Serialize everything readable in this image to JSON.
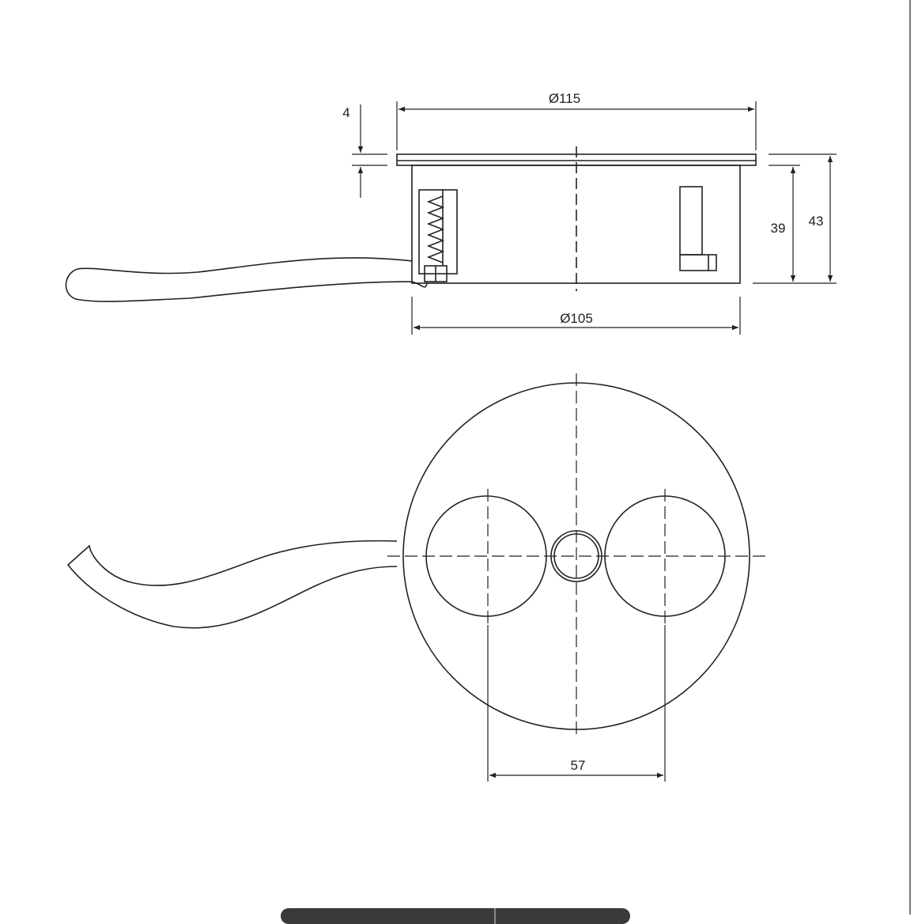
{
  "dimensions": {
    "top_diameter": "Ø115",
    "bottom_diameter": "Ø105",
    "flange_thickness": "4",
    "body_height": "39",
    "total_height": "43",
    "socket_spacing": "57"
  },
  "colors": {
    "line": "#222222",
    "background": "#ffffff",
    "bottom_bar": "#3a3a3a"
  }
}
